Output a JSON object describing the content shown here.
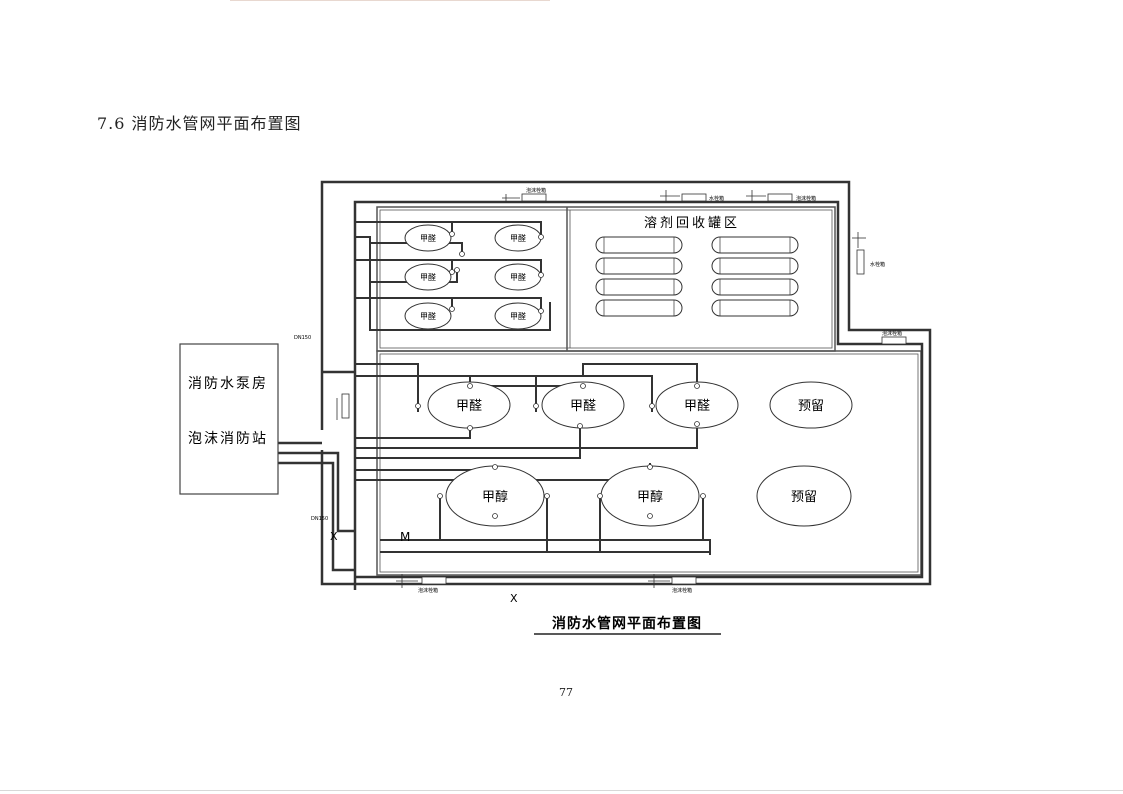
{
  "page": {
    "section_title": "7.6 消防水管网平面布置图",
    "page_number": "77"
  },
  "diagram": {
    "caption": "消防水管网平面布置图",
    "pump_house": {
      "line1": "消防水泵房",
      "line2": "泡沫消防站"
    },
    "solvent_area_label": "溶剂回收罐区",
    "tanks_top": [
      "甲醛",
      "甲醛",
      "甲醛",
      "甲醛",
      "甲醛",
      "甲醛"
    ],
    "tanks_formaldehyde": [
      "甲醛",
      "甲醛",
      "甲醛"
    ],
    "tanks_methanol": [
      "甲醇",
      "甲醇"
    ],
    "reserved": [
      "预留",
      "预留"
    ],
    "pipe_labels": {
      "dn_upper": "DN150",
      "dn_lower": "DN150",
      "valve_m": "M",
      "valve_x": "X"
    },
    "equipment_labels": {
      "hydrant_top_1": "泡沫栓箱",
      "hydrant_top_2": "水栓箱",
      "hydrant_top_3": "泡沫栓箱",
      "hydrant_right": "水栓箱",
      "hydrant_mid_right": "泡沫栓箱",
      "hydrant_bottom_1": "泡沫栓箱",
      "hydrant_bottom_2": "泡沫栓箱"
    }
  }
}
